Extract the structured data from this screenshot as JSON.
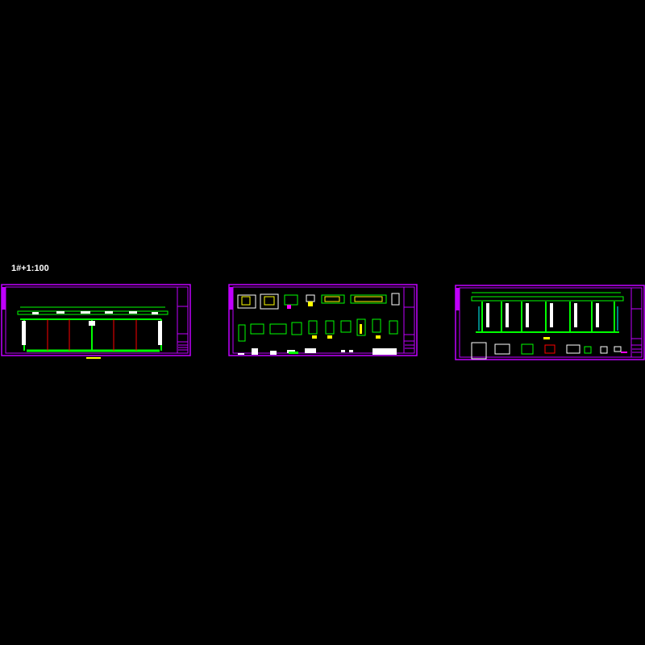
{
  "drawing_label": "1#+1:100",
  "colors": {
    "frame": "#c000ff",
    "structure": "#00ff00",
    "detail": "#ffffff",
    "column": "#ff0000",
    "accent": "#ffff00",
    "magenta": "#ff00ff"
  },
  "sheets": [
    {
      "name": "elevation-sheet-1"
    },
    {
      "name": "details-sheet"
    },
    {
      "name": "elevation-sheet-2"
    }
  ]
}
